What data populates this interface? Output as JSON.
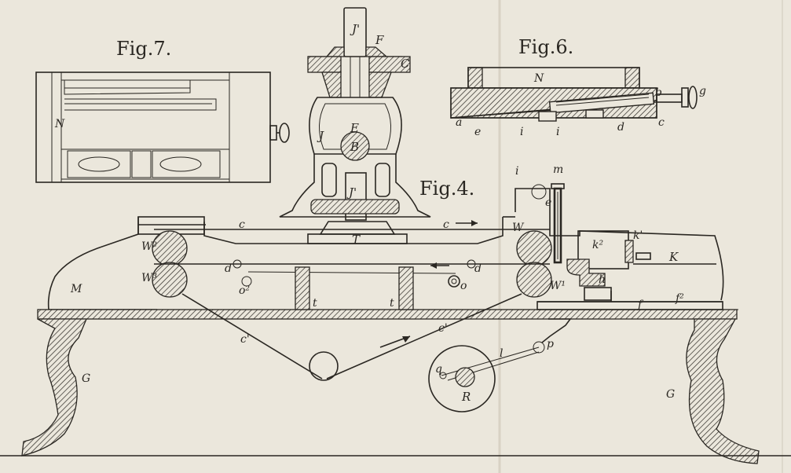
{
  "figures": {
    "fig7": "Fig.7.",
    "fig6": "Fig.6.",
    "fig4": "Fig.4."
  },
  "labels": {
    "fig7_N": "N",
    "fig6_N": "N",
    "fig6_a": "a",
    "fig6_e": "e",
    "fig6_i1": "i",
    "fig6_i2": "i",
    "fig6_d": "d",
    "fig6_c": "c",
    "fig6_b": "b",
    "fig6_g": "g",
    "J_top": "J'",
    "F": "F",
    "C": "C",
    "J": "J",
    "E": "E",
    "B": "B",
    "J_low": "J'",
    "T": "T",
    "c_top_l": "c",
    "c_top_r": "c",
    "W2": "W²",
    "W3": "W³",
    "W_right": "W",
    "W1": "W¹",
    "d_left": "d",
    "d_right": "d",
    "o2": "o²",
    "o": "o",
    "t_left": "t",
    "t_right": "t",
    "c1_left": "c'",
    "c1_right": "c'",
    "M": "M",
    "G_left": "G",
    "G_right": "G",
    "i": "i",
    "m": "m",
    "e": "e",
    "k2": "k²",
    "k1": "k'",
    "K": "K",
    "h": "h",
    "f": "f",
    "f2": "f²",
    "l": "l",
    "p": "p",
    "q": "q",
    "R": "R"
  }
}
